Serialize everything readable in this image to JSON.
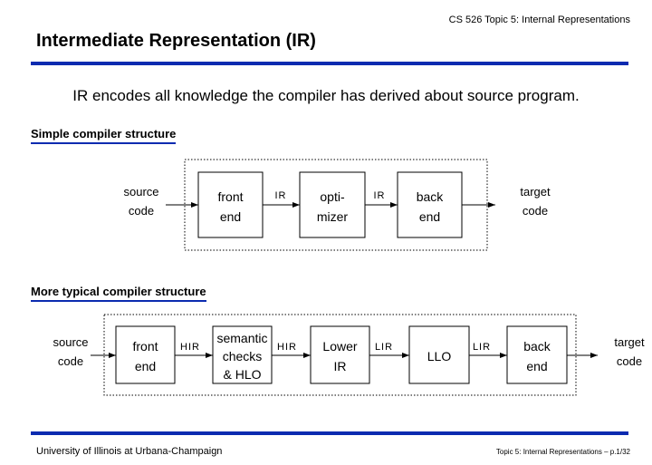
{
  "header": {
    "course": "CS 526 Topic 5: Internal Representations",
    "title": "Intermediate Representation (IR)",
    "accent_color": "#0b2bb0"
  },
  "lead_text": "IR encodes all knowledge the compiler has derived about source program.",
  "simple": {
    "heading": "Simple compiler structure",
    "input": [
      "source",
      "code"
    ],
    "output": [
      "target",
      "code"
    ],
    "boxes": [
      {
        "lines": [
          "front",
          "end"
        ]
      },
      {
        "lines": [
          "opti-",
          "mizer"
        ]
      },
      {
        "lines": [
          "back",
          "end"
        ]
      }
    ],
    "edges": [
      "IR",
      "IR"
    ]
  },
  "typical": {
    "heading": "More typical compiler structure",
    "input": [
      "source",
      "code"
    ],
    "output": [
      "target",
      "code"
    ],
    "boxes": [
      {
        "lines": [
          "front",
          "end"
        ]
      },
      {
        "lines": [
          "semantic",
          "checks",
          "& HLO"
        ]
      },
      {
        "lines": [
          "Lower",
          "IR"
        ]
      },
      {
        "lines": [
          "LLO"
        ]
      },
      {
        "lines": [
          "back",
          "end"
        ]
      }
    ],
    "edges": [
      "HIR",
      "HIR",
      "LIR",
      "LIR"
    ]
  },
  "footer": {
    "left": "University of Illinois at Urbana-Champaign",
    "right": "Topic 5: Internal Representations – p.1/32"
  }
}
